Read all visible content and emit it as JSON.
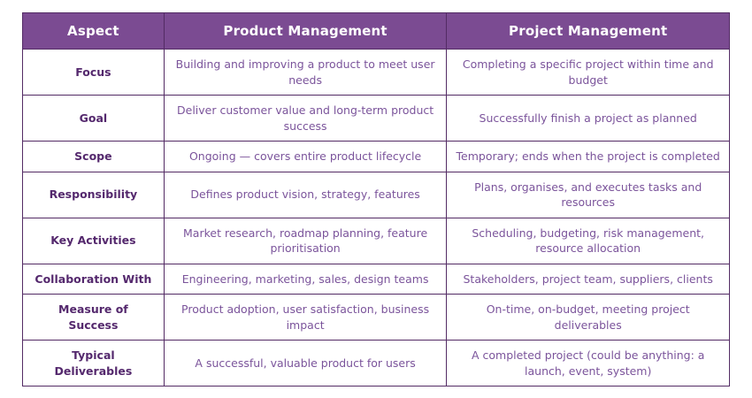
{
  "table": {
    "headers": [
      "Aspect",
      "Product Management",
      "Project Management"
    ],
    "rows": [
      {
        "aspect": "Focus",
        "product": "Building and improving a product to meet user needs",
        "project": "Completing a specific project within time and budget"
      },
      {
        "aspect": "Goal",
        "product": "Deliver customer value and long-term product success",
        "project": "Successfully finish a project as planned"
      },
      {
        "aspect": "Scope",
        "product": "Ongoing — covers entire product lifecycle",
        "project": "Temporary; ends when the project is completed"
      },
      {
        "aspect": "Responsibility",
        "product": "Defines product vision, strategy, features",
        "project": "Plans, organises, and executes tasks and resources"
      },
      {
        "aspect": "Key Activities",
        "product": "Market research, roadmap planning, feature prioritisation",
        "project": "Scheduling, budgeting, risk management, resource allocation"
      },
      {
        "aspect": "Collaboration With",
        "product": "Engineering, marketing, sales, design teams",
        "project": "Stakeholders, project team, suppliers, clients"
      },
      {
        "aspect": "Measure of Success",
        "product": "Product adoption, user satisfaction, business impact",
        "project": "On-time, on-budget, meeting project deliverables"
      },
      {
        "aspect": "Typical Deliverables",
        "product": "A successful, valuable product for users",
        "project": "A completed project (could be anything: a launch, event, system)"
      }
    ],
    "colors": {
      "header_bg": "#7B4B92",
      "header_text": "#FFFFFF",
      "border": "#532B64",
      "aspect_text": "#54286D",
      "body_text": "#7B549B"
    }
  }
}
